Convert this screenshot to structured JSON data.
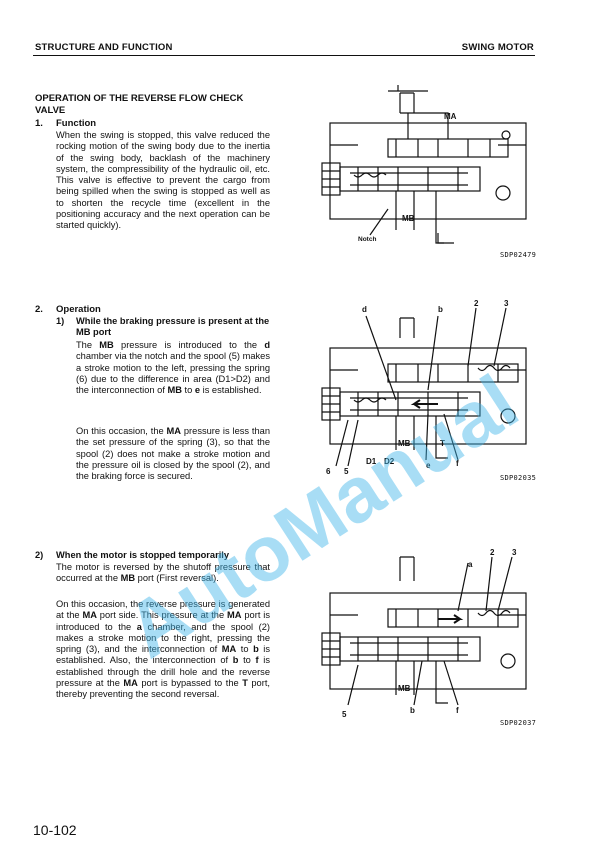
{
  "header": {
    "left": "STRUCTURE AND FUNCTION",
    "right": "SWING MOTOR"
  },
  "section": {
    "title": "OPERATION OF THE REVERSE FLOW CHECK VALVE"
  },
  "function": {
    "number": "1.",
    "heading": "Function",
    "text": "When the swing is stopped, this valve reduced the rocking motion of the swing body due to the inertia of the swing body, backlash of the machinery system, the compressibility of the hydraulic oil, etc. This valve is effective to prevent the cargo from being spilled when the swing is stopped as well as to shorten the recycle time (excellent in the positioning accuracy and the next operation can be started quickly)."
  },
  "operation": {
    "number": "2.",
    "heading": "Operation",
    "sub1": {
      "number": "1)",
      "heading": "While the braking pressure is present at the MB port",
      "p1": "The MB pressure is introduced to the d chamber via the notch and the spool (5) makes a stroke motion to the left, pressing the spring (6) due to the difference in area (D1>D2) and the interconnection of MB to e is established.",
      "p2": "On this occasion, the MA pressure is less than the set pressure of the spring (3), so that the spool (2) does not make a stroke motion and the pressure oil is closed by the spool (2), and the braking force is secured."
    },
    "sub2": {
      "number": "2)",
      "heading": "When the motor is stopped temporarily",
      "p1": "The motor is reversed by the shutoff pressure that occurred at the MB port (First reversal).",
      "p2": "On this occasion, the reverse pressure is generated at the MA port side. This pressure at the MA port is introduced to the a chamber, and the spool (2) makes a stroke motion to the right, pressing the spring (3), and the interconnection of MA to b is established. Also, the interconnection of b to f is established through the drill hole and the reverse pressure at the MA port is bypassed to the T port, thereby preventing the second reversal."
    }
  },
  "figures": {
    "fig1": {
      "id": "SDP02479",
      "labels": {
        "ma": "MA",
        "mb": "MB",
        "notch": "Notch"
      }
    },
    "fig2": {
      "id": "SDP02035",
      "labels": {
        "d": "d",
        "b": "b",
        "n2": "2",
        "n3": "3",
        "mb": "MB",
        "t": "T",
        "n6": "6",
        "n5": "5",
        "d1": "D1",
        "d2": "D2",
        "e": "e",
        "f": "f"
      }
    },
    "fig3": {
      "id": "SDP02037",
      "labels": {
        "n2": "2",
        "n3": "3",
        "a": "a",
        "mb": "MB",
        "n5": "5",
        "b": "b",
        "f": "f"
      }
    }
  },
  "watermark": "AutoManual",
  "footer": {
    "page": "10-102"
  }
}
